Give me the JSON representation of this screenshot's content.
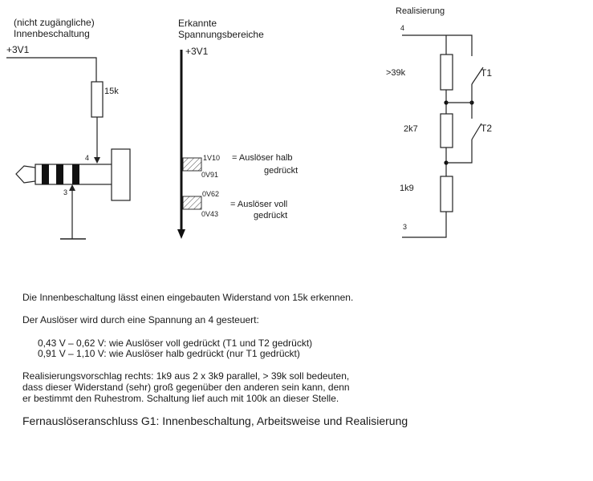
{
  "inner_circuit": {
    "title_line1": "(nicht zugängliche)",
    "title_line2": "Innenbeschaltung",
    "supply": "+3V1",
    "resistor": "15k",
    "pin_tip": "4",
    "pin_sleeve": "3"
  },
  "voltage_ranges": {
    "title_line1": "Erkannte",
    "title_line2": "Spannungsbereiche",
    "supply": "+3V1",
    "half": {
      "upper": "1V10",
      "lower": "0V91",
      "label_line1": "= Auslöser halb",
      "label_line2": "gedrückt"
    },
    "full": {
      "upper": "0V62",
      "lower": "0V43",
      "label_line1": "= Auslöser voll",
      "label_line2": "gedrückt"
    }
  },
  "realisation": {
    "title": "Realisierung",
    "pin_top": "4",
    "pin_bottom": "3",
    "r1": ">39k",
    "r2": "2k7",
    "r3": "1k9",
    "switch1": "T1",
    "switch2": "T2"
  },
  "text": {
    "p1": "Die Innenbeschaltung lässt einen eingebauten Widerstand von 15k erkennen.",
    "p2": "Der Auslöser wird durch eine Spannung an 4 gesteuert:",
    "range1": "0,43 V – 0,62 V: wie Auslöser voll gedrückt (T1 und T2 gedrückt)",
    "range2": "0,91 V – 1,10 V: wie Auslöser halb gedrückt (nur T1 gedrückt)",
    "p3_line1": "Realisierungsvorschlag rechts: 1k9 aus 2 x 3k9 parallel, > 39k soll bedeuten,",
    "p3_line2": "dass dieser Widerstand (sehr) groß gegenüber den anderen sein kann, denn",
    "p3_line3": "er bestimmt den Ruhestrom. Schaltung lief auch mit 100k an dieser Stelle.",
    "caption": "Fernauslöseranschluss G1: Innenbeschaltung, Arbeitsweise und Realisierung"
  }
}
